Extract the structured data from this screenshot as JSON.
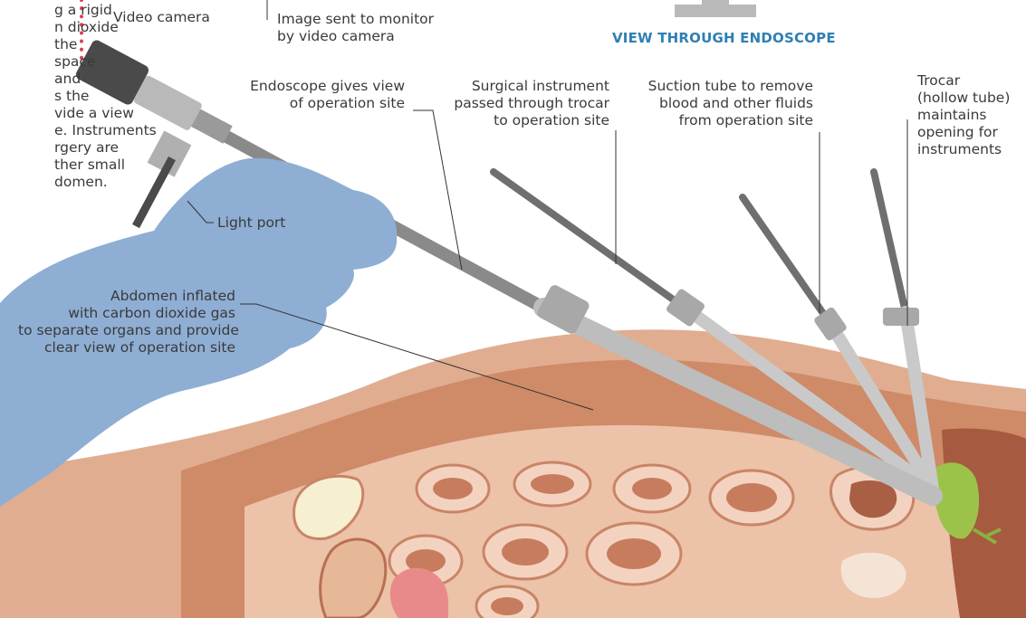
{
  "labels": {
    "intro": [
      "g a rigid",
      "n dioxide",
      "the",
      "space",
      "and",
      "s the",
      "vide a view",
      "e. Instruments",
      "rgery are",
      "ther small",
      "domen."
    ],
    "video_camera": "Video camera",
    "image_sent": [
      "Image sent to monitor",
      "by video camera"
    ],
    "view_title": "VIEW THROUGH ENDOSCOPE",
    "endoscope": [
      "Endoscope gives view",
      "of operation site"
    ],
    "surgical": [
      "Surgical instrument",
      "passed through trocar",
      "to operation site"
    ],
    "suction": [
      "Suction tube to remove",
      "blood and other fluids",
      "from operation site"
    ],
    "trocar": [
      "Trocar",
      "(hollow tube)",
      "maintains",
      "opening for",
      "instruments"
    ],
    "light_port": "Light port",
    "abdomen": [
      "Abdomen inflated",
      "with carbon dioxide gas",
      "to separate organs and provide",
      "clear view of operation site"
    ]
  },
  "colors": {
    "title": "#2f7fb3",
    "glove": "#8eaed4",
    "dotted_line": "#e04050",
    "skin": "#d49578",
    "muscle": "#c8805f",
    "instrument": "#7a7a7a"
  }
}
